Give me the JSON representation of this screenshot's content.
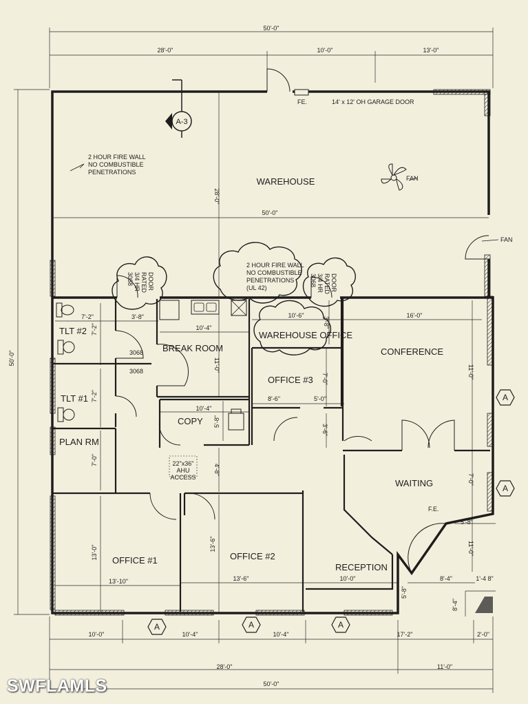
{
  "watermark": "SWFLAMLS",
  "rooms": {
    "warehouse": "WAREHOUSE",
    "tlt2": "TLT #2",
    "tlt1": "TLT #1",
    "plan_rm": "PLAN RM",
    "break_room": "BREAK ROOM",
    "warehouse_office": "WAREHOUSE OFFICE",
    "conference": "CONFERENCE",
    "office3": "OFFICE #3",
    "copy": "COPY",
    "waiting": "WAITING",
    "office1": "OFFICE #1",
    "office2": "OFFICE #2",
    "reception": "RECEPTION"
  },
  "notes": {
    "fire_wall_1": [
      "2 HOUR FIRE WALL",
      "NO COMBUSTIBLE",
      "PENETRATIONS"
    ],
    "fire_wall_2": [
      "2 HOUR FIRE WALL",
      "NO COMBUSTIBLE",
      "PENETRATIONS",
      "(UL 42)"
    ],
    "door_tag_1": [
      "3068",
      "3/4 HR",
      "RATED",
      "DOOR"
    ],
    "door_tag_2": [
      "3068",
      "3/4 HR",
      "RATED",
      "DOOR"
    ],
    "garage_door": "14' x 12' OH GARAGE DOOR",
    "fe_top": "FE.",
    "fe_waiting": "F.E.",
    "fan_1": "FAN",
    "fan_2": "FAN",
    "ahu": [
      "22\"x36\"",
      "AHU",
      "ACCESS"
    ],
    "door_3068_a": "3068",
    "door_3068_b": "3068",
    "section_tag": "A-3"
  },
  "elevation_tags": [
    "A",
    "A",
    "A",
    "A",
    "A"
  ],
  "dims": {
    "top_total": "50'-0\"",
    "top_28": "28'-0\"",
    "top_10": "10'-0\"",
    "top_13": "13'-0\"",
    "left_50": "50'-0\"",
    "warehouse_28": "28'-0\"",
    "warehouse_50": "50'-0\"",
    "tlt_7_2a": "7'-2\"",
    "tlt_7_2b": "7'-2\"",
    "tlt_7_2c": "7'-2\"",
    "tlt_3_8": "3'-8\"",
    "break_10_4": "10'-4\"",
    "break_11_0": "11'-0\"",
    "wo_10_6": "10'-6\"",
    "wo_3_8": "3'-8\"",
    "conf_16_0": "16'-0\"",
    "conf_11_0": "11'-0\"",
    "off3_7_0": "7'-0\"",
    "off3_8_6": "8'-6\"",
    "off3_5_0": "5'-0\"",
    "copy_10_4": "10'-4\"",
    "copy_5_8": "5'-8\"",
    "hall_3_6": "3'-6\"",
    "plan_7_0": "7'-0\"",
    "hall_4_8": "4'-8\"",
    "wait_7_0": "7'-0\"",
    "wait_5_8": "5'-8\"",
    "wait_11_0": "11'-0\"",
    "off1_13_0": "13'-0\"",
    "off1_13_10": "13'-10\"",
    "off2_13_6a": "13'-6\"",
    "off2_13_6b": "13'-6\"",
    "rec_10_0": "10'-0\"",
    "rec_5_8": "5'-8\"",
    "rec_8_4": "8'-4\"",
    "corner_1_4_8": "1'-4 8\"",
    "corner_8_4": "8'-4\"",
    "bot_10_0": "10'-0\"",
    "bot_10_4a": "10'-4\"",
    "bot_10_4b": "10'-4\"",
    "bot_17_2": "17'-2\"",
    "bot_2_0": "2'-0\"",
    "bot_28_0": "28'-0\"",
    "bot_11_0": "11'-0\"",
    "bot_total": "50'-0\""
  }
}
